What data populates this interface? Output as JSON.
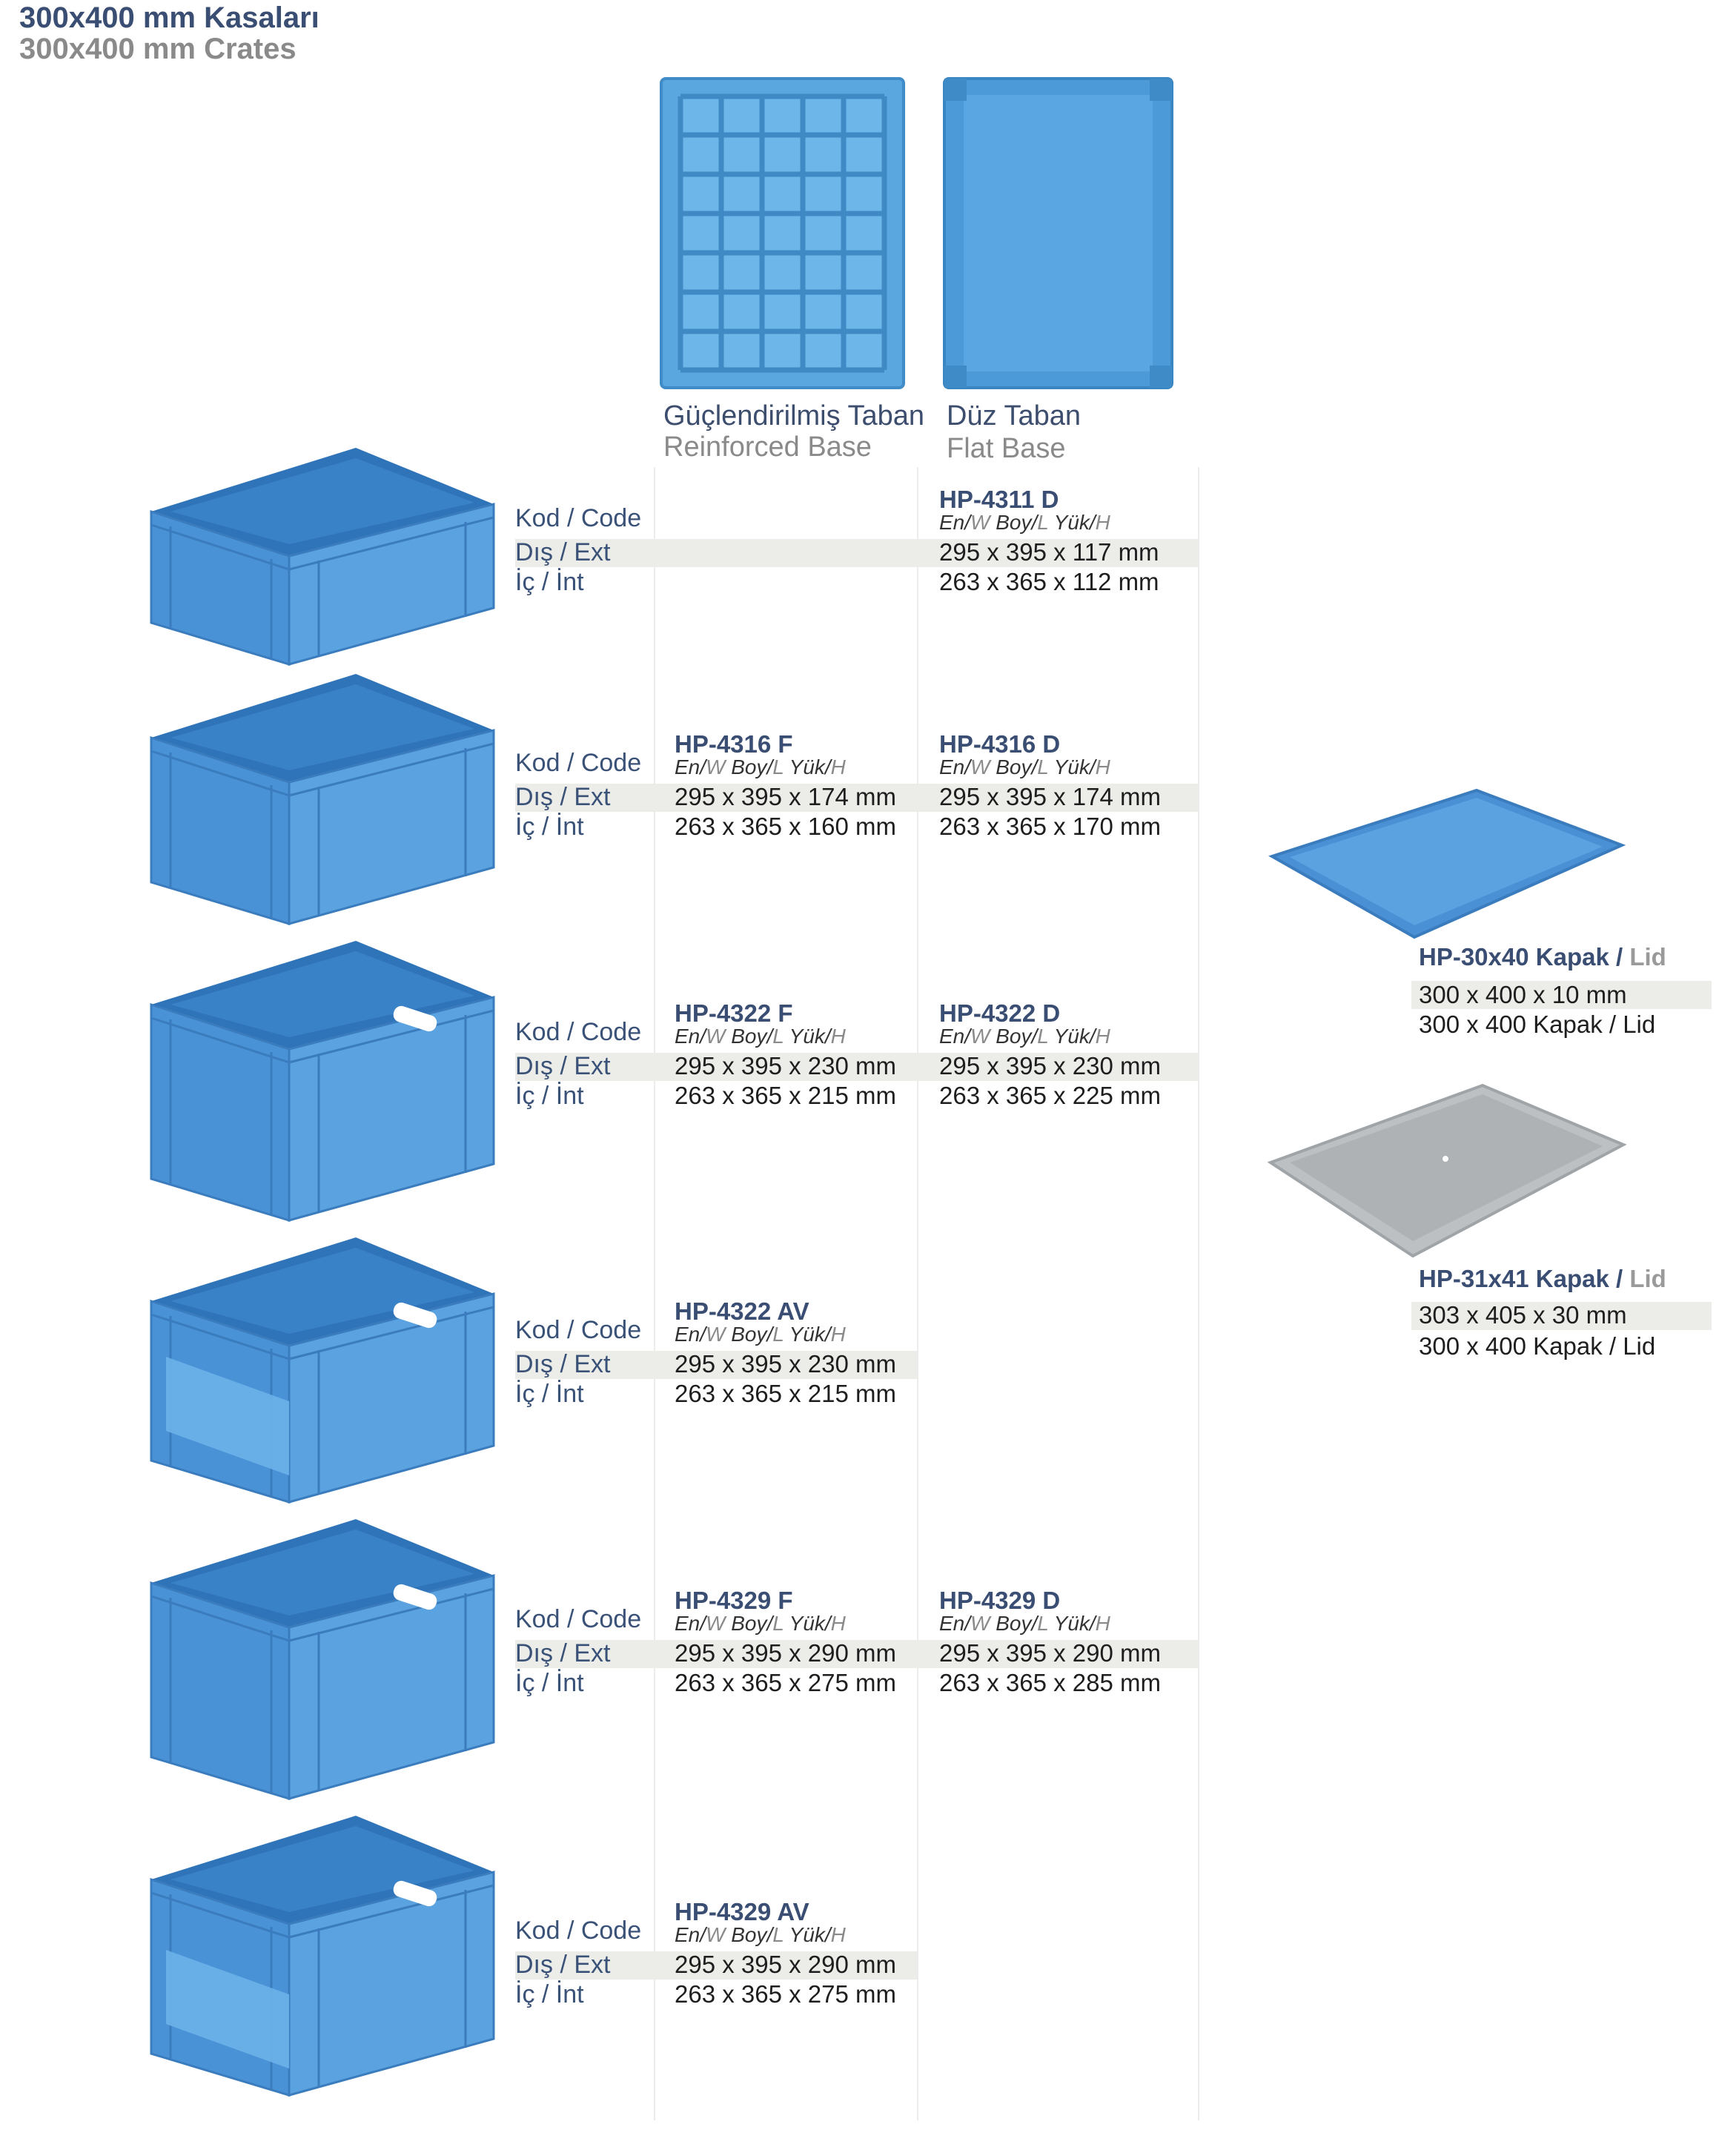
{
  "header": {
    "title_tr": "300x400 mm Kasaları",
    "title_en": "300x400 mm Crates"
  },
  "columns": {
    "reinforced": {
      "tr": "Güçlendirilmiş Taban",
      "en": "Reinforced Base"
    },
    "flat": {
      "tr": "Düz Taban",
      "en": "Flat Base"
    }
  },
  "labels": {
    "code": "Kod / Code",
    "ext": "Dış / Ext",
    "int": "İç   / İnt",
    "sub_w": "En/",
    "sub_w_g": "W",
    "sub_l": "Boy/",
    "sub_l_g": "L",
    "sub_h": "Yük/",
    "sub_h_g": "H"
  },
  "colors": {
    "crate_blue": "#4a90d4",
    "lid_grey": "#b8bcbf",
    "title_blue": "#3a4d72"
  },
  "rows": [
    {
      "f": null,
      "d": {
        "code": "HP-4311 D",
        "ext": "295 x 395 x 117 mm",
        "int": "263 x 365 x 112 mm"
      }
    },
    {
      "f": {
        "code": "HP-4316 F",
        "ext": "295 x 395 x 174 mm",
        "int": "263 x 365 x 160 mm"
      },
      "d": {
        "code": "HP-4316 D",
        "ext": "295 x 395 x 174 mm",
        "int": "263 x 365 x 170 mm"
      }
    },
    {
      "f": {
        "code": "HP-4322 F",
        "ext": "295 x 395 x 230 mm",
        "int": "263 x 365 x 215 mm"
      },
      "d": {
        "code": "HP-4322 D",
        "ext": "295 x 395 x 230 mm",
        "int": "263 x 365 x 225 mm"
      }
    },
    {
      "f": {
        "code": "HP-4322 AV",
        "ext": "295 x 395 x 230 mm",
        "int": "263 x 365 x 215 mm"
      },
      "d": null
    },
    {
      "f": {
        "code": "HP-4329 F",
        "ext": "295 x 395 x 290 mm",
        "int": "263 x 365 x 275 mm"
      },
      "d": {
        "code": "HP-4329 D",
        "ext": "295 x 395 x 290 mm",
        "int": "263 x 365 x 285 mm"
      }
    },
    {
      "f": {
        "code": "HP-4329 AV",
        "ext": "295 x 395 x 290 mm",
        "int": "263 x 365 x 275 mm"
      },
      "d": null
    }
  ],
  "lids": [
    {
      "code": "HP-30x40 Kapak / ",
      "code_g": "Lid",
      "dim": "300 x 400 x 10 mm",
      "fit": "300 x 400 Kapak / Lid"
    },
    {
      "code": "HP-31x41 Kapak / ",
      "code_g": "Lid",
      "dim": "303 x 405 x 30 mm",
      "fit": "300 x 400 Kapak / Lid"
    }
  ]
}
